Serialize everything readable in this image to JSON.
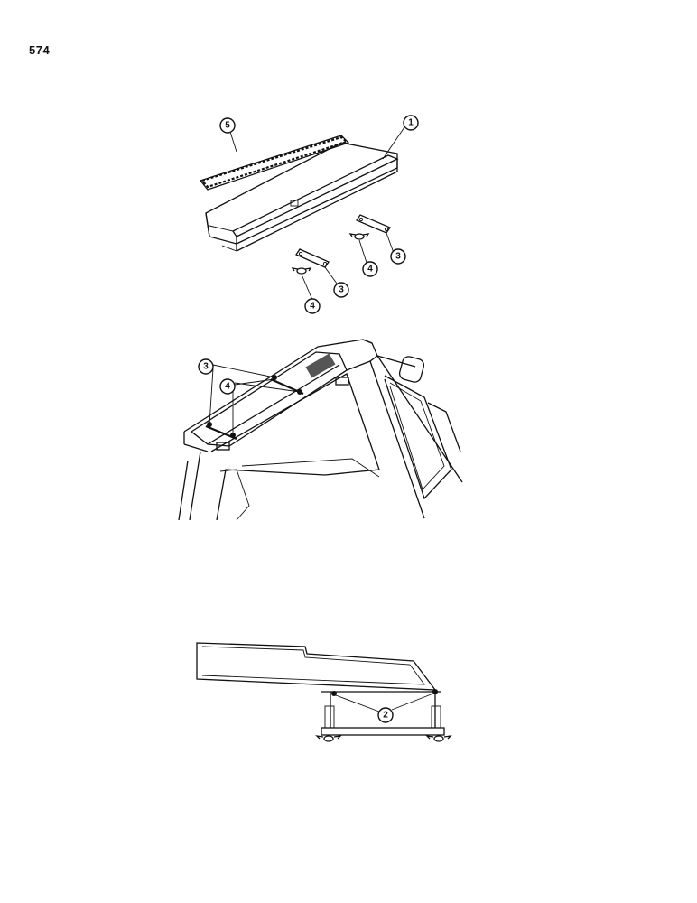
{
  "page": {
    "number": "574"
  },
  "callouts": {
    "c1": "1",
    "c2": "2",
    "c3": "3",
    "c4": "4",
    "c5": "5"
  },
  "colors": {
    "ink": "#111111",
    "paper": "#ffffff"
  }
}
